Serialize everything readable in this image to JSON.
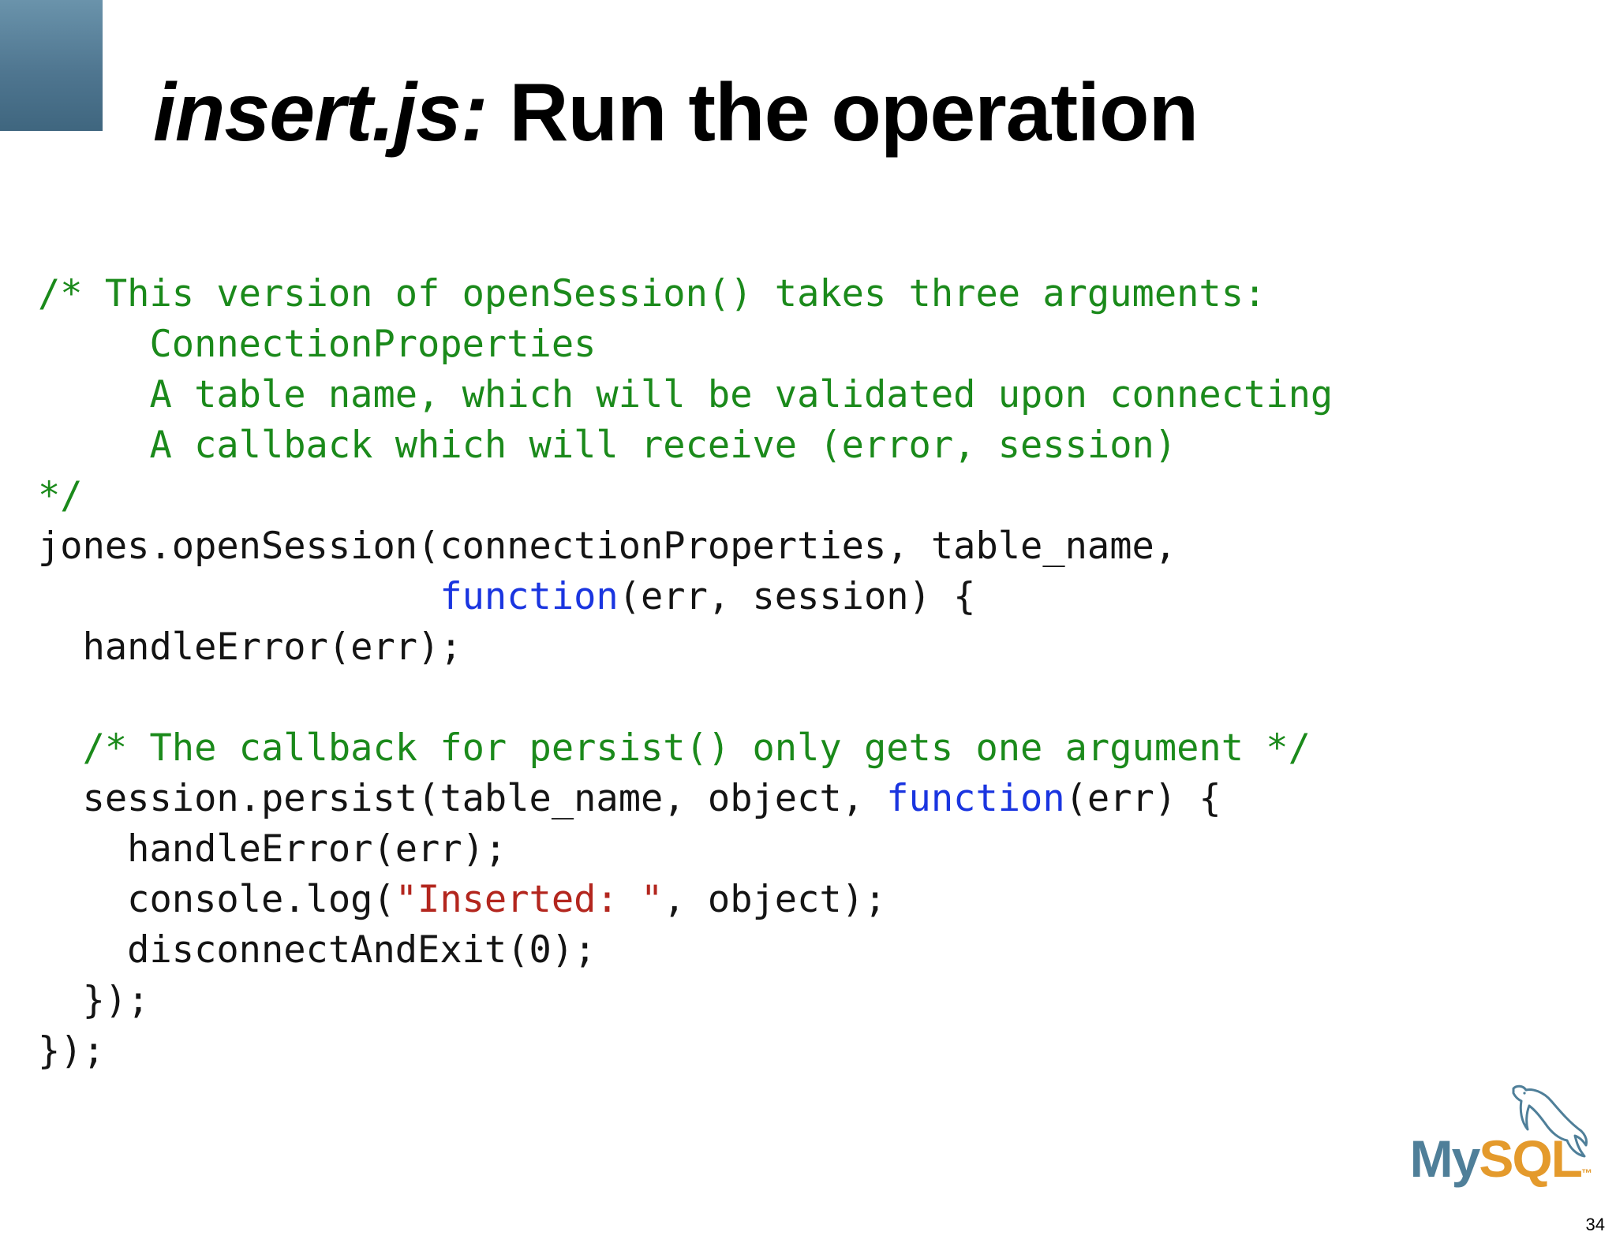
{
  "slide": {
    "title_file": "insert.js:",
    "title_text": " Run the operation",
    "page_number": "34",
    "logo": {
      "text_my": "My",
      "text_sql": "SQL",
      "text_tm": "™"
    },
    "colors": {
      "comment": "#1b8a1b",
      "keyword": "#1a35e0",
      "string": "#b3261e",
      "text": "#141414",
      "accent_block": "#4f7690",
      "logo_blue": "#4f7f99",
      "logo_orange": "#e49a2c"
    }
  },
  "code": {
    "lines": [
      [
        {
          "text": "/* This version of openSession() takes three arguments:",
          "kind": "comment"
        }
      ],
      [
        {
          "text": "     ConnectionProperties",
          "kind": "comment"
        }
      ],
      [
        {
          "text": "     A table name, which will be validated upon connecting",
          "kind": "comment"
        }
      ],
      [
        {
          "text": "     A callback which will receive (error, session)",
          "kind": "comment"
        }
      ],
      [
        {
          "text": "*/",
          "kind": "comment"
        }
      ],
      [
        {
          "text": "jones.openSession(connectionProperties, table_name,",
          "kind": "plain"
        }
      ],
      [
        {
          "text": "                  ",
          "kind": "plain"
        },
        {
          "text": "function",
          "kind": "keyword"
        },
        {
          "text": "(err, session) {",
          "kind": "plain"
        }
      ],
      [
        {
          "text": "  handleError(err);",
          "kind": "plain"
        }
      ],
      [
        {
          "text": "",
          "kind": "plain"
        }
      ],
      [
        {
          "text": "  /* The callback for persist() only gets one argument */",
          "kind": "comment"
        }
      ],
      [
        {
          "text": "  session.persist(table_name, object, ",
          "kind": "plain"
        },
        {
          "text": "function",
          "kind": "keyword"
        },
        {
          "text": "(err) {",
          "kind": "plain"
        }
      ],
      [
        {
          "text": "    handleError(err);",
          "kind": "plain"
        }
      ],
      [
        {
          "text": "    console.log(",
          "kind": "plain"
        },
        {
          "text": "\"Inserted: \"",
          "kind": "string"
        },
        {
          "text": ", object);",
          "kind": "plain"
        }
      ],
      [
        {
          "text": "    disconnectAndExit(0);",
          "kind": "plain"
        }
      ],
      [
        {
          "text": "  });",
          "kind": "plain"
        }
      ],
      [
        {
          "text": "});",
          "kind": "plain"
        }
      ]
    ]
  }
}
